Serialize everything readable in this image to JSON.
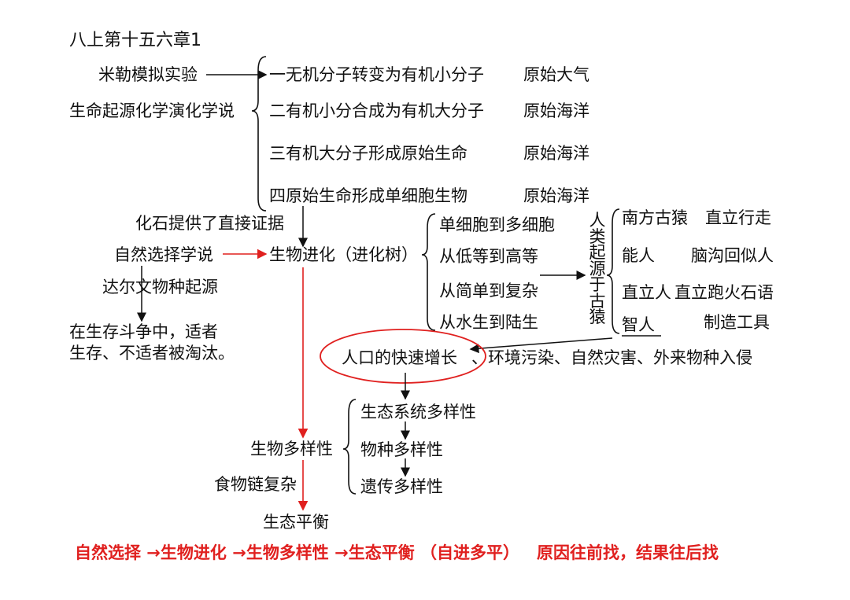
{
  "title": "八上第十五六章1",
  "left": {
    "miller": "米勒模拟实验",
    "theory": "生命起源化学演化学说",
    "fossil": "化石提供了直接证据",
    "natural_selection": "自然选择学说",
    "darwin": "达尔文物种起源",
    "struggle_line1": "在生存斗争中，适者",
    "struggle_line2": "生存、不适者被淘汰。"
  },
  "stages": [
    {
      "text": "一无机分子转变为有机小分子",
      "place": "原始大气"
    },
    {
      "text": "二有机小分合成为有机大分子",
      "place": "原始海洋"
    },
    {
      "text": "三有机大分子形成原始生命",
      "place": "原始海洋"
    },
    {
      "text": "四原始生命形成单细胞生物",
      "place": "原始海洋"
    }
  ],
  "evolution": "生物进化（进化树）",
  "trends": [
    "单细胞到多细胞",
    "从低等到高等",
    "从简单到复杂",
    "从水生到陆生"
  ],
  "human_origin": "人类起源于古猿",
  "human_stages": [
    {
      "name": "南方古猿",
      "trait": "直立行走"
    },
    {
      "name": "能人",
      "trait": "脑沟回似人"
    },
    {
      "name": "直立人",
      "trait": "直立跑火石语"
    },
    {
      "name": "智人",
      "trait": "制造工具"
    }
  ],
  "threats": {
    "circled": "人口的快速增长",
    "rest": "、环境污染、自然灾害、外来物种入侵"
  },
  "biodiversity": "生物多样性",
  "diversity_levels": [
    "生态系统多样性",
    "物种多样性",
    "遗传多样性"
  ],
  "food_chain": "食物链复杂",
  "eco_balance": "生态平衡",
  "summary": "自然选择 →生物进化 →生物多样性 →生态平衡 （自进多平）   原因往前找，结果往后找",
  "colors": {
    "accent": "#e0201f",
    "text": "#111111"
  }
}
